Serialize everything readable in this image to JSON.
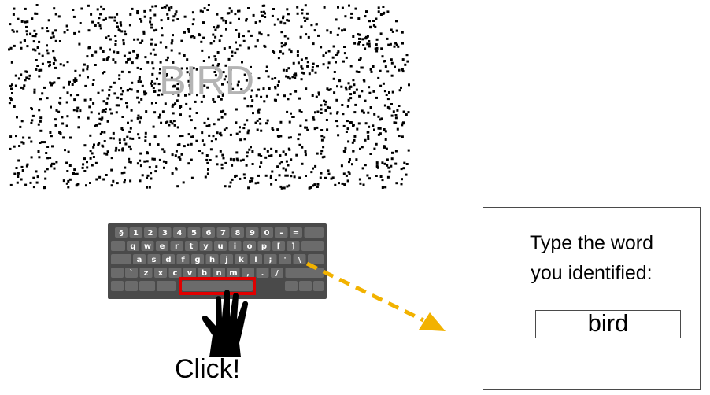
{
  "stimulus": {
    "word": "BIRD",
    "word_color": "#b4b4b4",
    "dot_color": "#000000"
  },
  "keyboard": {
    "rows": [
      [
        "§",
        "1",
        "2",
        "3",
        "4",
        "5",
        "6",
        "7",
        "8",
        "9",
        "0",
        "-",
        "="
      ],
      [
        "q",
        "w",
        "e",
        "r",
        "t",
        "y",
        "u",
        "i",
        "o",
        "p",
        "[",
        "]"
      ],
      [
        "a",
        "s",
        "d",
        "f",
        "g",
        "h",
        "j",
        "k",
        "l",
        ";",
        "'",
        "\\"
      ],
      [
        "`",
        "z",
        "x",
        "c",
        "v",
        "b",
        "n",
        "m",
        ",",
        ".",
        "/"
      ]
    ],
    "body_color": "#4a4a4a",
    "key_color": "#6b6b6b",
    "highlight": "spacebar",
    "highlight_color": "#e00000"
  },
  "hand": {
    "icon": "hand-pointer-icon"
  },
  "caption": "Click!",
  "arrow": {
    "icon": "dashed-arrow-icon",
    "color": "#f2b200"
  },
  "response": {
    "prompt_line1": "Type the word",
    "prompt_line2": "you identified:",
    "answer": "bird"
  }
}
